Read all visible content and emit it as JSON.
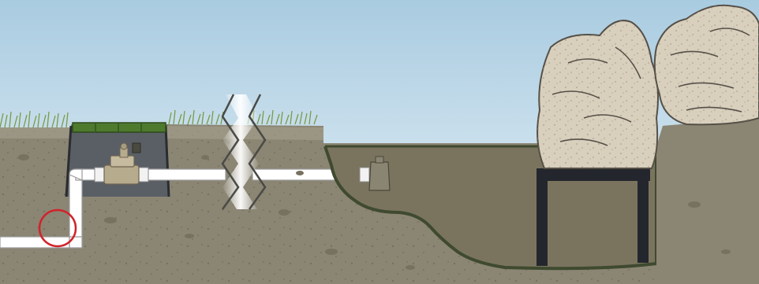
{
  "diagram": {
    "colors": {
      "sky_top": "#a9cbe0",
      "sky_bottom": "#e9f3f8",
      "soil": "#8b8573",
      "soil_dark": "#6f6a5a",
      "soil_light": "#a7a18e",
      "grass": "#8aa65a",
      "valve_box": "#5a5f66",
      "valve_box_lid": "#4e7a2e",
      "pipe": "#ffffff",
      "pipe_outline": "#9a9a9a",
      "valve_brass": "#b7ab8e",
      "pond_water": "#7a745f",
      "pond_liner": "#3f4a2f",
      "rock": "#d8cfbd",
      "rock_outline": "#555047",
      "support_frame": "#24262d",
      "highlight_circle": "#d1232a"
    },
    "components": [
      {
        "name": "grass-strip-left"
      },
      {
        "name": "valve-box"
      },
      {
        "name": "irrigation-valve"
      },
      {
        "name": "supply-pipe"
      },
      {
        "name": "pipe-elbow"
      },
      {
        "name": "highlight-circle"
      },
      {
        "name": "break-mark"
      },
      {
        "name": "pipe-outlet-cap"
      },
      {
        "name": "pond-basin"
      },
      {
        "name": "pond-liner"
      },
      {
        "name": "rock-pedestal"
      },
      {
        "name": "waterfall-rock-left"
      },
      {
        "name": "waterfall-rock-right"
      }
    ]
  }
}
